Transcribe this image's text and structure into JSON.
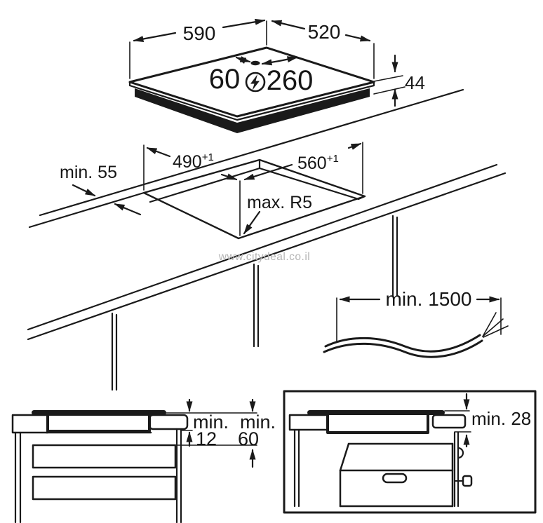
{
  "watermark": {
    "text": "www.citydeal.co.il",
    "color": "#b5b5b5"
  },
  "colors": {
    "ink": "#1a1a1a",
    "background": "#ffffff"
  },
  "icons": {
    "power": "lightning-bolt-circle",
    "arrows": "dimension-arrowheads"
  },
  "top_view": {
    "width": "590",
    "depth": "520",
    "height": "44",
    "connection_offset_left": "60",
    "connection_offset_right": "260"
  },
  "cutout_view": {
    "edge_clearance": "min. 55",
    "cutout_depth": {
      "value": "490",
      "tolerance": "+1"
    },
    "cutout_width": {
      "value": "560",
      "tolerance": "+1"
    },
    "corner_radius": "max. R5"
  },
  "cable_view": {
    "cable_length": "min. 1500"
  },
  "drawer_section": {
    "clearance1_prefix": "min.",
    "clearance1_value": "12",
    "clearance2_prefix": "min.",
    "clearance2_value": "60"
  },
  "oven_section": {
    "clearance": "min. 28"
  }
}
